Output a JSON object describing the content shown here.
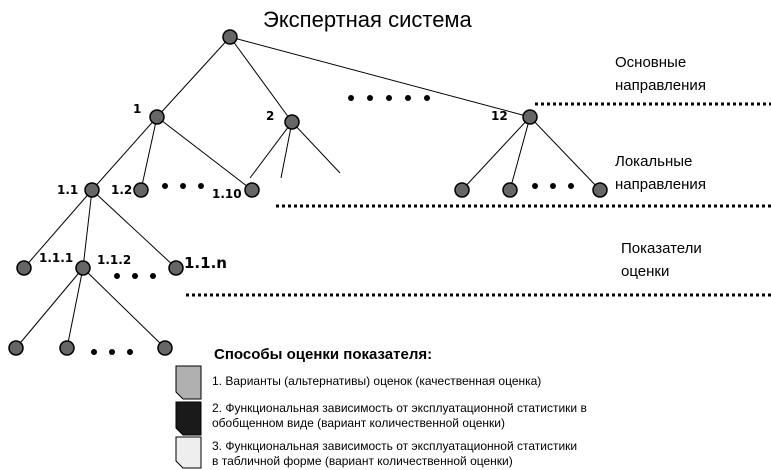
{
  "title": "Экспертная система",
  "levels": {
    "main": [
      "Основные",
      "направления"
    ],
    "local": [
      "Локальные",
      "направления"
    ],
    "indicators": [
      "Показатели",
      "оценки"
    ]
  },
  "node_labels": {
    "n1": "1",
    "n2": "2",
    "n12": "12",
    "n1_1": "1.1",
    "n1_2": "1.2",
    "n1_10": "1.10",
    "n1_1_1": "1.1.1",
    "n1_1_2": "1.1.2",
    "n1_1_n": "1.1.n"
  },
  "legend": {
    "title": "Способы оценки показателя:",
    "items": [
      {
        "lines": [
          "1. Варианты (альтернативы) оценок (качественная оценка)"
        ],
        "color": "#b0b0b0"
      },
      {
        "lines": [
          "2. Функциональная зависимость от эксплуатационной статистики в",
          "обобщенном виде (вариант количественной оценки)"
        ],
        "color": "#1a1a1a"
      },
      {
        "lines": [
          "3. Функциональная зависимость от эксплуатационной статистики",
          "в табличной форме (вариант количественной оценки)"
        ],
        "color": "#eeeeee"
      }
    ]
  },
  "colors": {
    "node_fill": "#666666",
    "node_stroke": "#000000"
  }
}
